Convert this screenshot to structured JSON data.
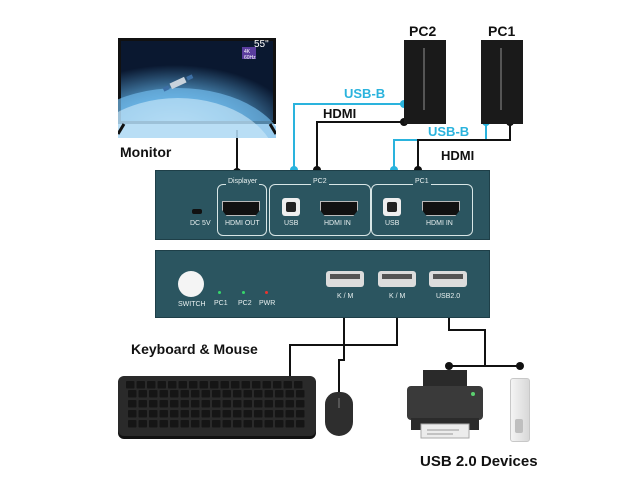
{
  "monitor": {
    "label": "Monitor",
    "size_badge": "55\"",
    "badge_line1": "4K",
    "badge_line2": "60Hz"
  },
  "pcs": {
    "pc2": "PC2",
    "pc1": "PC1"
  },
  "cables": {
    "usb_b_1": "USB-B",
    "usb_b_2": "USB-B",
    "hdmi_1": "HDMI",
    "hdmi_2": "HDMI"
  },
  "back_panel": {
    "dc": "DC 5V",
    "displayer": "Displayer",
    "hdmi_out": "HDMI OUT",
    "pc2_group": "PC2",
    "pc1_group": "PC1",
    "usb": "USB",
    "hdmi_in": "HDMI IN"
  },
  "front_panel": {
    "switch": "SWITCH",
    "led_pc1": "PC1",
    "led_pc2": "PC2",
    "led_pwr": "PWR",
    "km_1": "K / M",
    "km_2": "K / M",
    "usb20": "USB2.0"
  },
  "keyboard_mouse": "Keyboard & Mouse",
  "usb_devices": "USB 2.0 Devices",
  "colors": {
    "panel": "#2b5560",
    "cable_hdmi": "#111111",
    "cable_usb": "#2ab3dd"
  }
}
